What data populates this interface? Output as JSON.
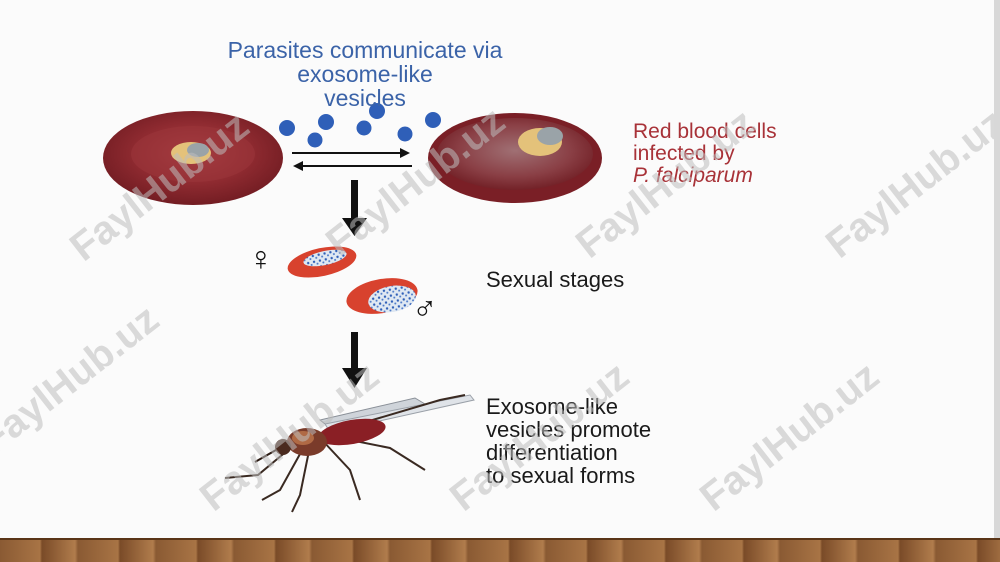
{
  "header": {
    "caption_lines": [
      "Parasites communicate via",
      "exosome-like",
      "vesicles"
    ]
  },
  "rbc_caption": {
    "line1": "Red blood cells",
    "line2": "infected by",
    "species": "P. falciparum"
  },
  "stages": {
    "label": "Sexual stages",
    "female_symbol": "♀",
    "male_symbol": "♂"
  },
  "footer_caption": {
    "lines": [
      "Exosome-like",
      "vesicles promote",
      "differentiation",
      "to sexual forms"
    ]
  },
  "watermark": "FaylHub.uz",
  "colors": {
    "caption_blue": "#3b63a8",
    "rbc_red": "#a83238",
    "vesicle_blue": "#2f5fb8",
    "gametocyte_red": "#d8422e"
  }
}
